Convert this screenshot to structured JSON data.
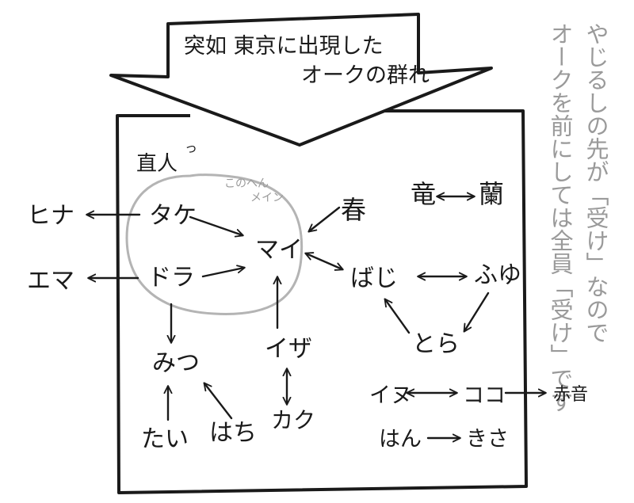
{
  "banner": {
    "line1": "突如 東京に出現した",
    "line2": "オークの群れ"
  },
  "side_note": {
    "col1": "やじるしの先が「受け」なので",
    "col2": "オークを前にしては全員「受け」です"
  },
  "group": {
    "label": "直人",
    "label_mark": "っ",
    "sub_line1": "このへん",
    "sub_line2": "メイン"
  },
  "nodes": {
    "hina": "ヒナ",
    "ema": "エマ",
    "take": "タケ",
    "dora": "ドラ",
    "mai": "マイ",
    "haru": "春",
    "ryu": "竜",
    "ran": "蘭",
    "baji": "ばじ",
    "fuyu": "ふゆ",
    "tora": "とら",
    "mitsu": "みつ",
    "iza": "イザ",
    "kaku": "カク",
    "tai": "たい",
    "hachi": "はち",
    "inu": "イヌ",
    "koko": "ココ",
    "akane": "赤音",
    "han": "はん",
    "kisa": "きさ"
  },
  "colors": {
    "ink": "#1a1a1a",
    "note": "#9a9a9a",
    "group_outline": "#b4b4b4"
  }
}
